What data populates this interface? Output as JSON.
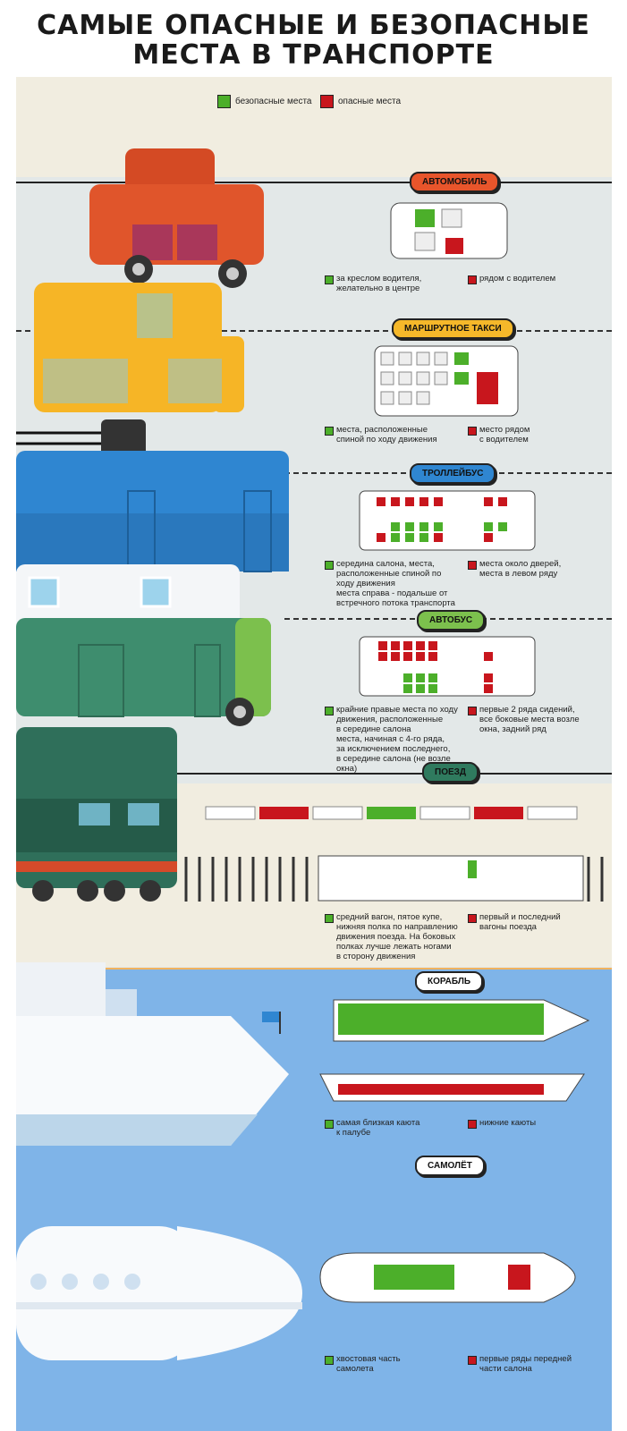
{
  "title": {
    "line1": "САМЫЕ ОПАСНЫЕ И БЕЗОПАСНЫЕ",
    "line2": "МЕСТА В ТРАНСПОРТЕ"
  },
  "legend": {
    "safe": "безопасные места",
    "danger": "опасные места",
    "safe_color": "#4caf2a",
    "danger_color": "#c8161d"
  },
  "sections": {
    "car": {
      "label": "АВТОМОБИЛЬ",
      "pill_color": "#e8552b",
      "safe": "за креслом водителя,\nжелательно в центре",
      "danger": "рядом с водителем"
    },
    "minibus": {
      "label": "МАРШРУТНОЕ ТАКСИ",
      "pill_color": "#f5b82a",
      "safe": "места, расположенные\nспиной по ходу движения",
      "danger": "место рядом\nс водителем"
    },
    "trolleybus": {
      "label": "ТРОЛЛЕЙБУС",
      "pill_color": "#2f86d1",
      "safe": "середина салона, места,\nрасположенные спиной по\nходу движения\nместа справа - подальше от\nвстречного потока транспорта",
      "danger": "места около дверей,\nместа в левом ряду"
    },
    "bus": {
      "label": "АВТОБУС",
      "pill_color": "#7cc04d",
      "safe": "крайние правые места по ходу\nдвижения, расположенные\nв середине салона\nместа, начиная с 4-го ряда,\nза исключением последнего,\nв середине салона (не возле окна)",
      "danger": "первые 2 ряда сидений,\nвсе боковые места возле\nокна, задний ряд"
    },
    "train": {
      "label": "ПОЕЗД",
      "pill_color": "#2f7a5e",
      "safe": "средний вагон, пятое купе,\nнижняя полка по направлению\nдвижения поезда. На боковых\nполках лучше лежать ногами\nв сторону движения",
      "danger": "первый и последний\nвагоны поезда"
    },
    "ship": {
      "label": "КОРАБЛЬ",
      "pill_color": "#ffffff",
      "safe": "самая близкая каюта\nк палубе",
      "danger": "нижние каюты"
    },
    "plane": {
      "label": "САМОЛЁТ",
      "pill_color": "#ffffff",
      "safe": "хвостовая часть\nсамолета",
      "danger": "первые ряды передней\nчасти салона"
    }
  }
}
